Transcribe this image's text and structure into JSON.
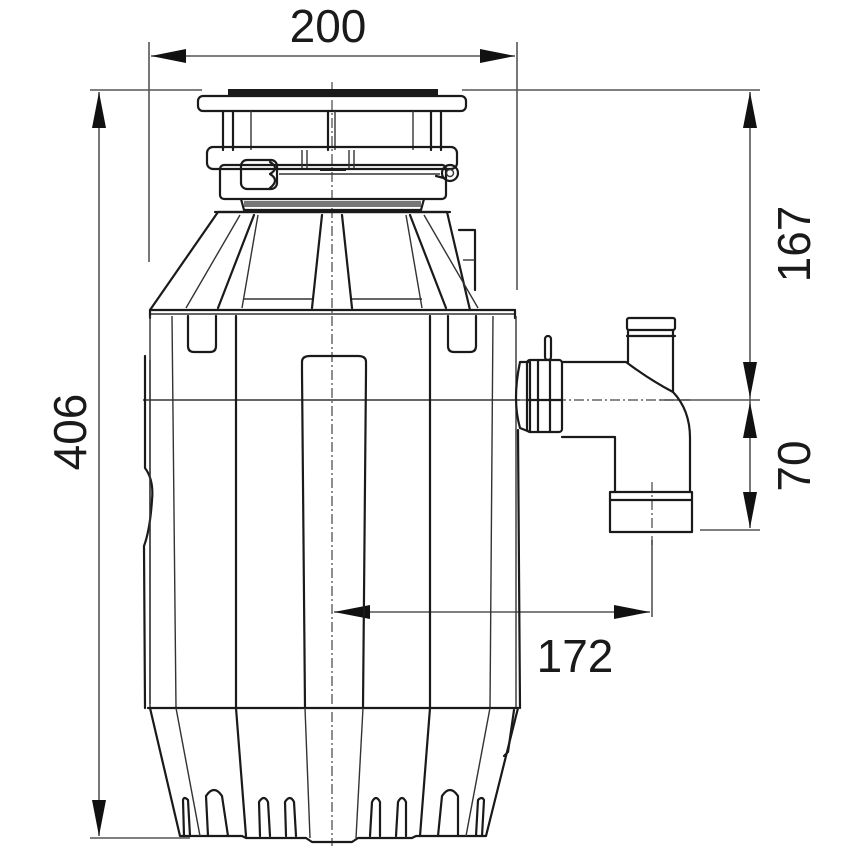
{
  "drawing": {
    "subject": "food waste disposer side elevation",
    "units": "mm",
    "dimensions": {
      "width": {
        "label": "200",
        "value": 200
      },
      "total_height": {
        "label": "406",
        "value": 406
      },
      "top_to_outlet": {
        "label": "167",
        "value": 167
      },
      "outlet_to_drain": {
        "label": "70",
        "value": 70
      },
      "center_to_drain": {
        "label": "172",
        "value": 172
      }
    },
    "line_color": "#1a1a1a",
    "background": "#ffffff"
  }
}
